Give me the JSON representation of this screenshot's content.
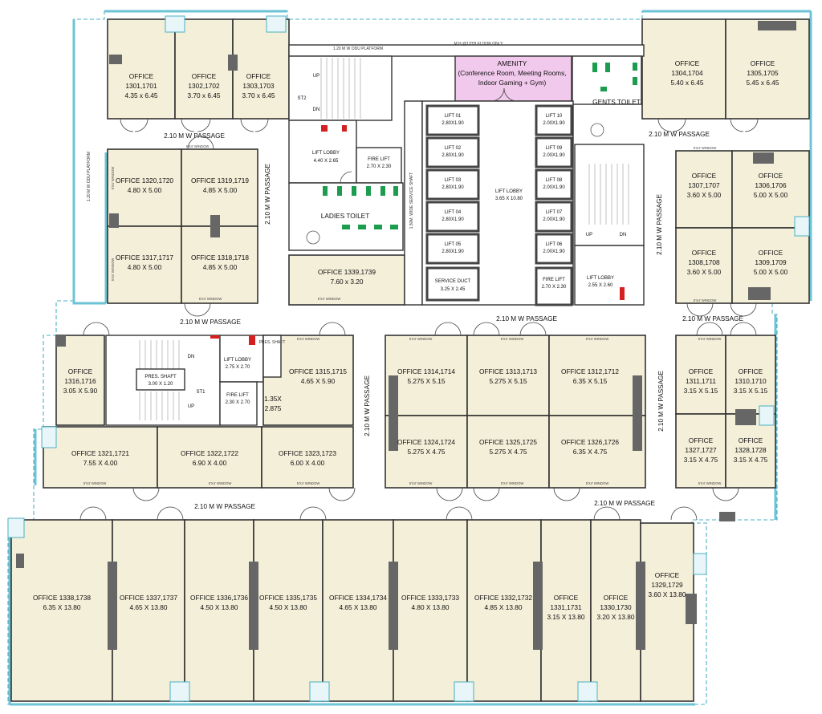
{
  "offices": [
    {
      "id": "o1301",
      "name": "OFFICE",
      "units": "1301,1701",
      "size": "4.35 x 6.45"
    },
    {
      "id": "o1302",
      "name": "OFFICE",
      "units": "1302,1702",
      "size": "3.70 x 6.45"
    },
    {
      "id": "o1303",
      "name": "OFFICE",
      "units": "1303,1703",
      "size": "3.70 x 6.45"
    },
    {
      "id": "o1304",
      "name": "OFFICE",
      "units": "1304,1704",
      "size": "5.40 x 6.45"
    },
    {
      "id": "o1305",
      "name": "OFFICE",
      "units": "1305,1705",
      "size": "5.45 x 6.45"
    },
    {
      "id": "o1320",
      "name": "OFFICE 1320,1720",
      "size": "4.80 X 5.00"
    },
    {
      "id": "o1319",
      "name": "OFFICE 1319,1719",
      "size": "4.85 X 5.00"
    },
    {
      "id": "o1317",
      "name": "OFFICE 1317,1717",
      "size": "4.80 X 5.00"
    },
    {
      "id": "o1318",
      "name": "OFFICE 1318,1718",
      "size": "4.85 X 5.00"
    },
    {
      "id": "o1307",
      "name": "OFFICE",
      "units": "1307,1707",
      "size": "3.60 X 5.00"
    },
    {
      "id": "o1306",
      "name": "OFFICE",
      "units": "1306,1706",
      "size": "5.00 X 5.00"
    },
    {
      "id": "o1308",
      "name": "OFFICE",
      "units": "1308,1708",
      "size": "3.60 X 5.00"
    },
    {
      "id": "o1309",
      "name": "OFFICE",
      "units": "1309,1709",
      "size": "5.00 X 5.00"
    },
    {
      "id": "o1339",
      "name": "OFFICE 1339,1739",
      "size": "7.60 x 3.20"
    },
    {
      "id": "o1316",
      "name": "OFFICE",
      "units": "1316,1716",
      "size": "3.05 X 5.90"
    },
    {
      "id": "o1315",
      "name": "OFFICE 1315,1715",
      "size": "4.65 X 5.90"
    },
    {
      "id": "o1314",
      "name": "OFFICE 1314,1714",
      "size": "5.275 X 5.15"
    },
    {
      "id": "o1313",
      "name": "OFFICE 1313,1713",
      "size": "5.275 X 5.15"
    },
    {
      "id": "o1312",
      "name": "OFFICE 1312,1712",
      "size": "6.35 X 5.15"
    },
    {
      "id": "o1311",
      "name": "OFFICE",
      "units": "1311,1711",
      "size": "3.15 X 5.15"
    },
    {
      "id": "o1310",
      "name": "OFFICE",
      "units": "1310,1710",
      "size": "3.15 X 5.15"
    },
    {
      "id": "o1321",
      "name": "OFFICE 1321,1721",
      "size": "7.55 X 4.00"
    },
    {
      "id": "o1322",
      "name": "OFFICE 1322,1722",
      "size": "6.90 X 4.00"
    },
    {
      "id": "o1323",
      "name": "OFFICE 1323,1723",
      "size": "6.00 X 4.00"
    },
    {
      "id": "o1324",
      "name": "OFFICE 1324,1724",
      "size": "5.275 X 4.75"
    },
    {
      "id": "o1325",
      "name": "OFFICE 1325,1725",
      "size": "5.275 X 4.75"
    },
    {
      "id": "o1326",
      "name": "OFFICE 1326,1726",
      "size": "6.35 X 4.75"
    },
    {
      "id": "o1327",
      "name": "OFFICE",
      "units": "1327,1727",
      "size": "3.15 X 4.75"
    },
    {
      "id": "o1328",
      "name": "OFFICE",
      "units": "1328,1728",
      "size": "3.15 X 4.75"
    },
    {
      "id": "o1338",
      "name": "OFFICE 1338,1738",
      "size": "6.35 X 13.80"
    },
    {
      "id": "o1337",
      "name": "OFFICE 1337,1737",
      "size": "4.65 X 13.80"
    },
    {
      "id": "o1336",
      "name": "OFFICE 1336,1736",
      "size": "4.50 X 13.80"
    },
    {
      "id": "o1335",
      "name": "OFFICE 1335,1735",
      "size": "4.50 X 13.80"
    },
    {
      "id": "o1334",
      "name": "OFFICE 1334,1734",
      "size": "4.65 X 13.80"
    },
    {
      "id": "o1333",
      "name": "OFFICE 1333,1733",
      "size": "4.80 X 13.80"
    },
    {
      "id": "o1332",
      "name": "OFFICE 1332,1732",
      "size": "4.85 X 13.80"
    },
    {
      "id": "o1331",
      "name": "OFFICE",
      "units": "1331,1731",
      "size": "3.15 X 13.80"
    },
    {
      "id": "o1330",
      "name": "OFFICE",
      "units": "1330,1730",
      "size": "3.20 X 13.80"
    },
    {
      "id": "o1329",
      "name": "OFFICE",
      "units": "1329,1729",
      "size": "3.60 X 13.80"
    }
  ],
  "passages": {
    "p1": "2.10 M W PASSAGE",
    "p2": "2.10 M W PASSAGE",
    "p3": "2.10 M W PASSAGE",
    "p4": "2.10 M W PASSAGE",
    "p5": "2.10 M W PASSAGE",
    "p6": "2.10 M W PASSAGE",
    "p7": "2.10 M W PASSAGE",
    "p8": "2.10 M W PASSAGE",
    "p9": "2.10 M W PASSAGE",
    "p10": "2.10 M W PASSAGE"
  },
  "amenity": {
    "title": "AMENITY",
    "line1": "(Conference Room, Meeting Rooms,",
    "line2": "Indoor Gaming + Gym)"
  },
  "labels": {
    "odu_top": "1.20 M W ODU PLATFORM",
    "mh": "M.H.@13TH FLOOR ONLY",
    "odu_side": "1.20 M W ODU PLATFORM",
    "gents": "GENTS TOILET",
    "ladies": "LADIES TOILET",
    "lift_lobby_a": "LIFT LOBBY",
    "lift_lobby_a_size": "4.40 X 2.65",
    "fire_lift_a": "FIRE LIFT",
    "fire_lift_a_size": "2.70 X 2.30",
    "service_shaft": "1.50M. WIDE SERVICE SHAFT",
    "lift_lobby_main": "LIFT LOBBY",
    "lift_lobby_main_size": "3.65 X 10.80",
    "service_duct": "SERVICE DUCT",
    "service_duct_size": "3.25 X 2.45",
    "fire_lift_b": "FIRE LIFT",
    "fire_lift_b_size": "2.70 X 2.30",
    "lift_lobby_b": "LIFT LOBBY",
    "lift_lobby_b_size": "2.55 X 2.60",
    "lift_lobby_c": "LIFT LOBBY",
    "lift_lobby_c_size": "2.75 X 2.70",
    "fire_lift_c": "FIRE LIFT",
    "fire_lift_c_size": "2.30 X 2.70",
    "pres_shaft": "PRES. SHAFT",
    "pres_shaft_size": "3.00 X 1.20",
    "pres_shaft_small": "PRES. SHAFT",
    "dim_135": "1.35X",
    "dim_2875": "2.875",
    "st1": "ST1",
    "st2": "ST2",
    "up": "UP",
    "dn": "DN",
    "window": "5'X4' WINDOW"
  },
  "lifts_left": [
    {
      "name": "LIFT 01",
      "size": "2.80X1.90"
    },
    {
      "name": "LIFT 02",
      "size": "2.80X1.90"
    },
    {
      "name": "LIFT 03",
      "size": "2.80X1.90"
    },
    {
      "name": "LIFT 04",
      "size": "2.80X1.90"
    },
    {
      "name": "LIFT 05",
      "size": "2.80X1.90"
    }
  ],
  "lifts_right": [
    {
      "name": "LIFT 10",
      "size": "2.00X1.90"
    },
    {
      "name": "LIFT 09",
      "size": "2.00X1.90"
    },
    {
      "name": "LIFT 08",
      "size": "2.00X1.90"
    },
    {
      "name": "LIFT 07",
      "size": "2.00X1.90"
    },
    {
      "name": "LIFT 06",
      "size": "2.00X1.90"
    }
  ],
  "colors": {
    "room": "#f4efd9",
    "amenity": "#f1c9ec",
    "glass": "#6cc3d5",
    "wc": "#1b9c4e",
    "fire": "#d42020"
  }
}
